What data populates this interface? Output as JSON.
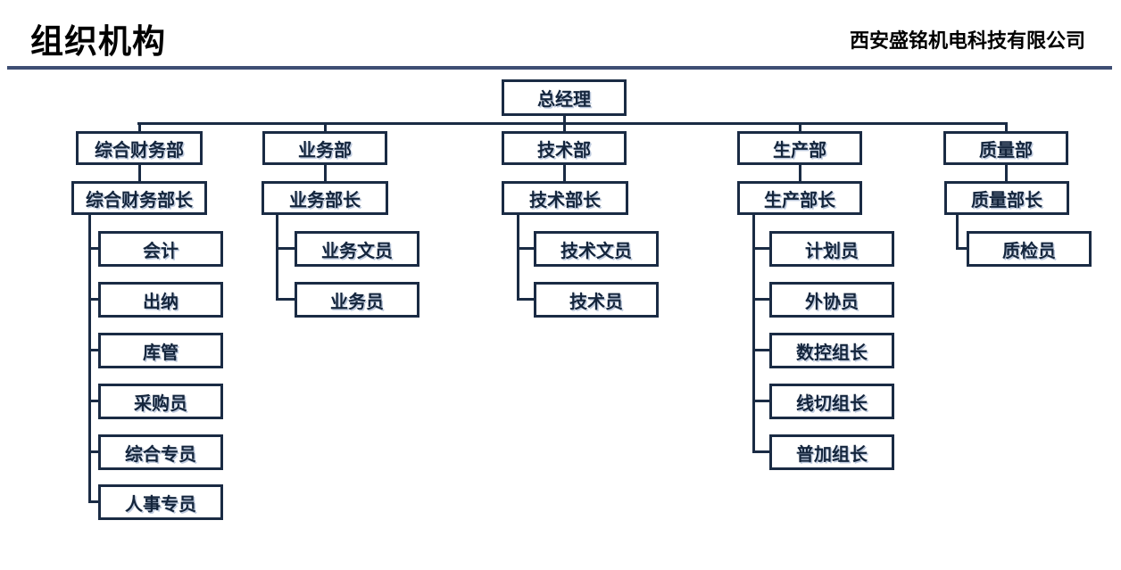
{
  "header": {
    "title": "组织机构",
    "company": "西安盛铭机电科技有限公司"
  },
  "chart": {
    "type": "org-chart",
    "root": "总经理",
    "departments": [
      {
        "dept": "综合财务部",
        "leader": "综合财务部长",
        "staff": [
          "会计",
          "出纳",
          "库管",
          "采购员",
          "综合专员",
          "人事专员"
        ]
      },
      {
        "dept": "业务部",
        "leader": "业务部长",
        "staff": [
          "业务文员",
          "业务员"
        ]
      },
      {
        "dept": "技术部",
        "leader": "技术部长",
        "staff": [
          "技术文员",
          "技术员"
        ]
      },
      {
        "dept": "生产部",
        "leader": "生产部长",
        "staff": [
          "计划员",
          "外协员",
          "数控组长",
          "线切组长",
          "普加组长"
        ]
      },
      {
        "dept": "质量部",
        "leader": "质量部长",
        "staff": [
          "质检员"
        ]
      }
    ],
    "colors": {
      "box_border": "#1A2B44",
      "box_fill": "#FFFFFF",
      "text": "#14253C",
      "connector": "#1A2B44",
      "header_rule": "#3E4E74",
      "title_text": "#000000"
    }
  }
}
